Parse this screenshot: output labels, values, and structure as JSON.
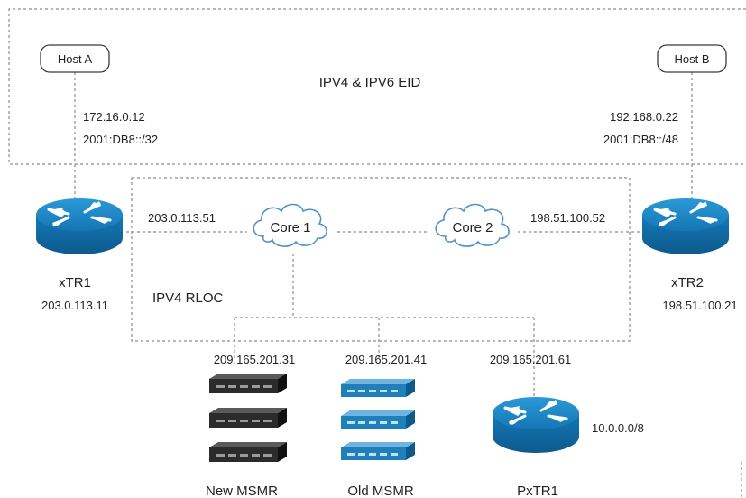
{
  "eid_region_label": "IPV4 & IPV6 EID",
  "rloc_region_label": "IPV4 RLOC",
  "host_a": {
    "label": "Host A",
    "ipv4": "172.16.0.12",
    "ipv6": "2001:DB8::/32"
  },
  "host_b": {
    "label": "Host B",
    "ipv4": "192.168.0.22",
    "ipv6": "2001:DB8::/48"
  },
  "xtr1": {
    "label": "xTR1",
    "rloc_address": "203.0.113.11",
    "core_side_address": "203.0.113.51"
  },
  "xtr2": {
    "label": "xTR2",
    "rloc_address": "198.51.100.21",
    "core_side_address": "198.51.100.52"
  },
  "core1": {
    "label": "Core 1"
  },
  "core2": {
    "label": "Core 2"
  },
  "new_msmr": {
    "label": "New MSMR",
    "address": "209.165.201.31"
  },
  "old_msmr": {
    "label": "Old MSMR",
    "address": "209.165.201.41"
  },
  "pxtr1": {
    "label": "PxTR1",
    "address": "209.165.201.61",
    "prefix": "10.0.0.0/8"
  },
  "colors": {
    "router_blue": "#1b87c4",
    "cloud_outline": "#4f93c9",
    "new_msmr_dark": "#2b2b2b",
    "old_msmr_blue": "#1f7fb8"
  },
  "icons": {
    "router": "router-icon",
    "cloud": "cloud-icon",
    "server_stack": "server-stack-icon"
  }
}
